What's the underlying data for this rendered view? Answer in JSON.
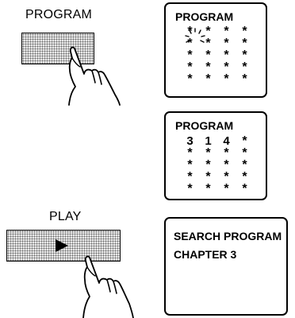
{
  "program_button": {
    "label": "PROGRAM"
  },
  "play_button": {
    "label": "PLAY"
  },
  "screen1": {
    "title": "PROGRAM",
    "rows": [
      [
        "*",
        "*",
        "*",
        "*"
      ],
      [
        "*",
        "*",
        "*",
        "*"
      ],
      [
        "*",
        "*",
        "*",
        "*"
      ],
      [
        "*",
        "*",
        "*",
        "*"
      ],
      [
        "*",
        "*",
        "*",
        "*"
      ]
    ],
    "highlighted_cell": "row 1, column 1 (blinking)"
  },
  "screen2": {
    "title": "PROGRAM",
    "rows": [
      [
        "3",
        "1",
        "4",
        "*"
      ],
      [
        "*",
        "*",
        "*",
        "*"
      ],
      [
        "*",
        "*",
        "*",
        "*"
      ],
      [
        "*",
        "*",
        "*",
        "*"
      ],
      [
        "*",
        "*",
        "*",
        "*"
      ]
    ]
  },
  "screen3": {
    "line1": "SEARCH PROGRAM",
    "line2": "CHAPTER 3"
  },
  "icons": {
    "hand": "pointing-hand-icon",
    "play": "play-triangle-icon",
    "blink": "blink-rays-icon"
  }
}
